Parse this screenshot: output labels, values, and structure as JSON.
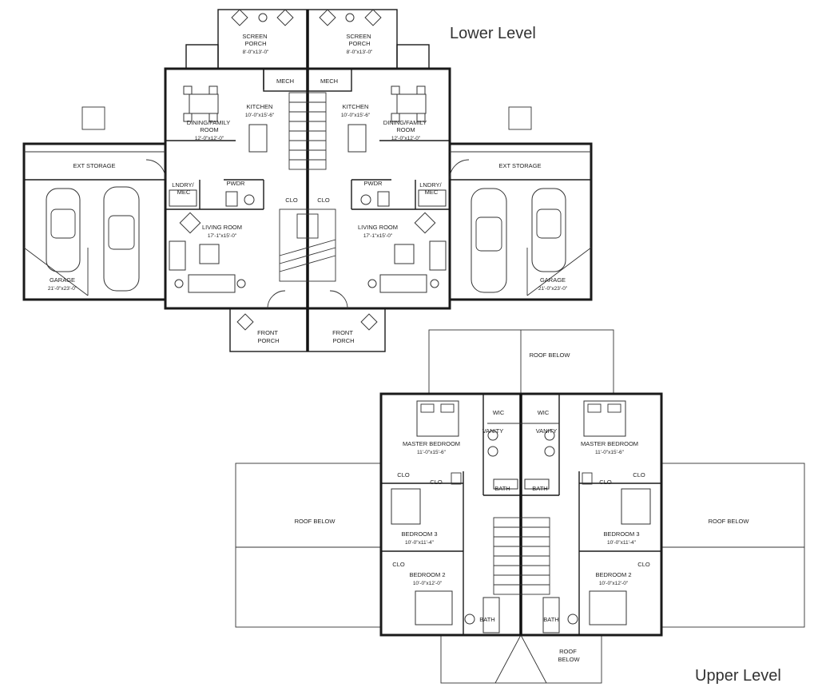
{
  "levels": {
    "lower": "Lower Level",
    "upper": "Upper Level"
  },
  "lower": {
    "screen_porch": {
      "name": "SCREEN\nPORCH",
      "dim": "8'-0\"x13'-0\""
    },
    "mech": "MECH",
    "kitchen": {
      "name": "KITCHEN",
      "dim": "10'-0\"x15'-6\""
    },
    "dining_family": {
      "name": "DINING/FAMILY\nROOM",
      "dim": "12'-0\"x12'-0\""
    },
    "ext_storage": "EXT STORAGE",
    "lndry": "LNDRY/\nMEC",
    "pwdr": "PWDR",
    "clo": "CLO",
    "living_room": {
      "name": "LIVING ROOM",
      "dim": "17'-1\"x15'-0\""
    },
    "garage": {
      "name": "GARAGE",
      "dim": "21'-0\"x23'-0\""
    },
    "front_porch": "FRONT\nPORCH"
  },
  "upper": {
    "roof_below": "ROOF BELOW",
    "wic": "WIC",
    "vanity": "VANITY",
    "master_bedroom": {
      "name": "MASTER BEDROOM",
      "dim": "11'-0\"x15'-6\""
    },
    "clo": "CLO",
    "bath": "BATH",
    "bedroom3": {
      "name": "BEDROOM 3",
      "dim": "10'-0\"x11'-4\""
    },
    "bedroom2": {
      "name": "BEDROOM 2",
      "dim": "10'-0\"x12'-0\""
    },
    "roof_below_split": "ROOF\nBELOW"
  }
}
